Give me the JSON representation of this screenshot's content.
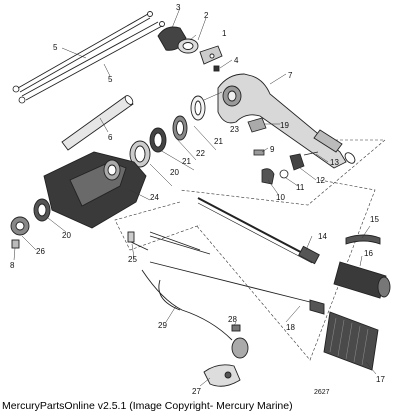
{
  "diagram_number": "2627",
  "caption": "MercuryPartsOnline v2.5.1 (Image Copyright- Mercury Marine)",
  "callouts": [
    "1",
    "2",
    "3",
    "4",
    "5",
    "5",
    "6",
    "7",
    "8",
    "9",
    "10",
    "11",
    "12",
    "13",
    "14",
    "15",
    "16",
    "17",
    "18",
    "19",
    "20",
    "20",
    "21",
    "21",
    "22",
    "23",
    "24",
    "25",
    "26",
    "27",
    "28",
    "29"
  ]
}
